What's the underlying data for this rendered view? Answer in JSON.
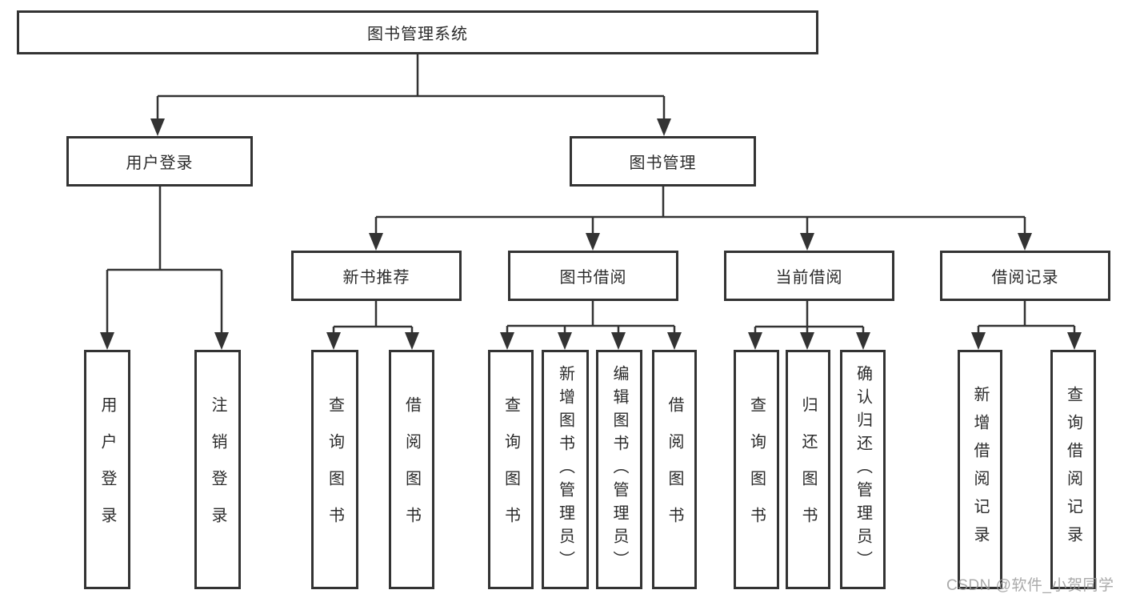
{
  "tree": {
    "root": {
      "label": "图书管理系统",
      "children": [
        {
          "label": "用户登录",
          "children": [
            {
              "label": "用户登录"
            },
            {
              "label": "注销登录"
            }
          ]
        },
        {
          "label": "图书管理",
          "children": [
            {
              "label": "新书推荐",
              "children": [
                {
                  "label": "查询图书"
                },
                {
                  "label": "借阅图书"
                }
              ]
            },
            {
              "label": "图书借阅",
              "children": [
                {
                  "label": "查询图书"
                },
                {
                  "label": "新增图书（管理员）"
                },
                {
                  "label": "编辑图书（管理员）"
                },
                {
                  "label": "借阅图书"
                }
              ]
            },
            {
              "label": "当前借阅",
              "children": [
                {
                  "label": "查询图书"
                },
                {
                  "label": "归还图书"
                },
                {
                  "label": "确认归还（管理员）"
                }
              ]
            },
            {
              "label": "借阅记录",
              "children": [
                {
                  "label": "新增借阅记录"
                },
                {
                  "label": "查询借阅记录"
                }
              ]
            }
          ]
        }
      ]
    }
  },
  "watermark": {
    "text": "CSDN @软件_小贺同学"
  },
  "colors": {
    "line": "#333333",
    "box_border": "#333333",
    "text": "#2b2b2b",
    "watermark": "#9b9b9b",
    "background": "#ffffff"
  }
}
